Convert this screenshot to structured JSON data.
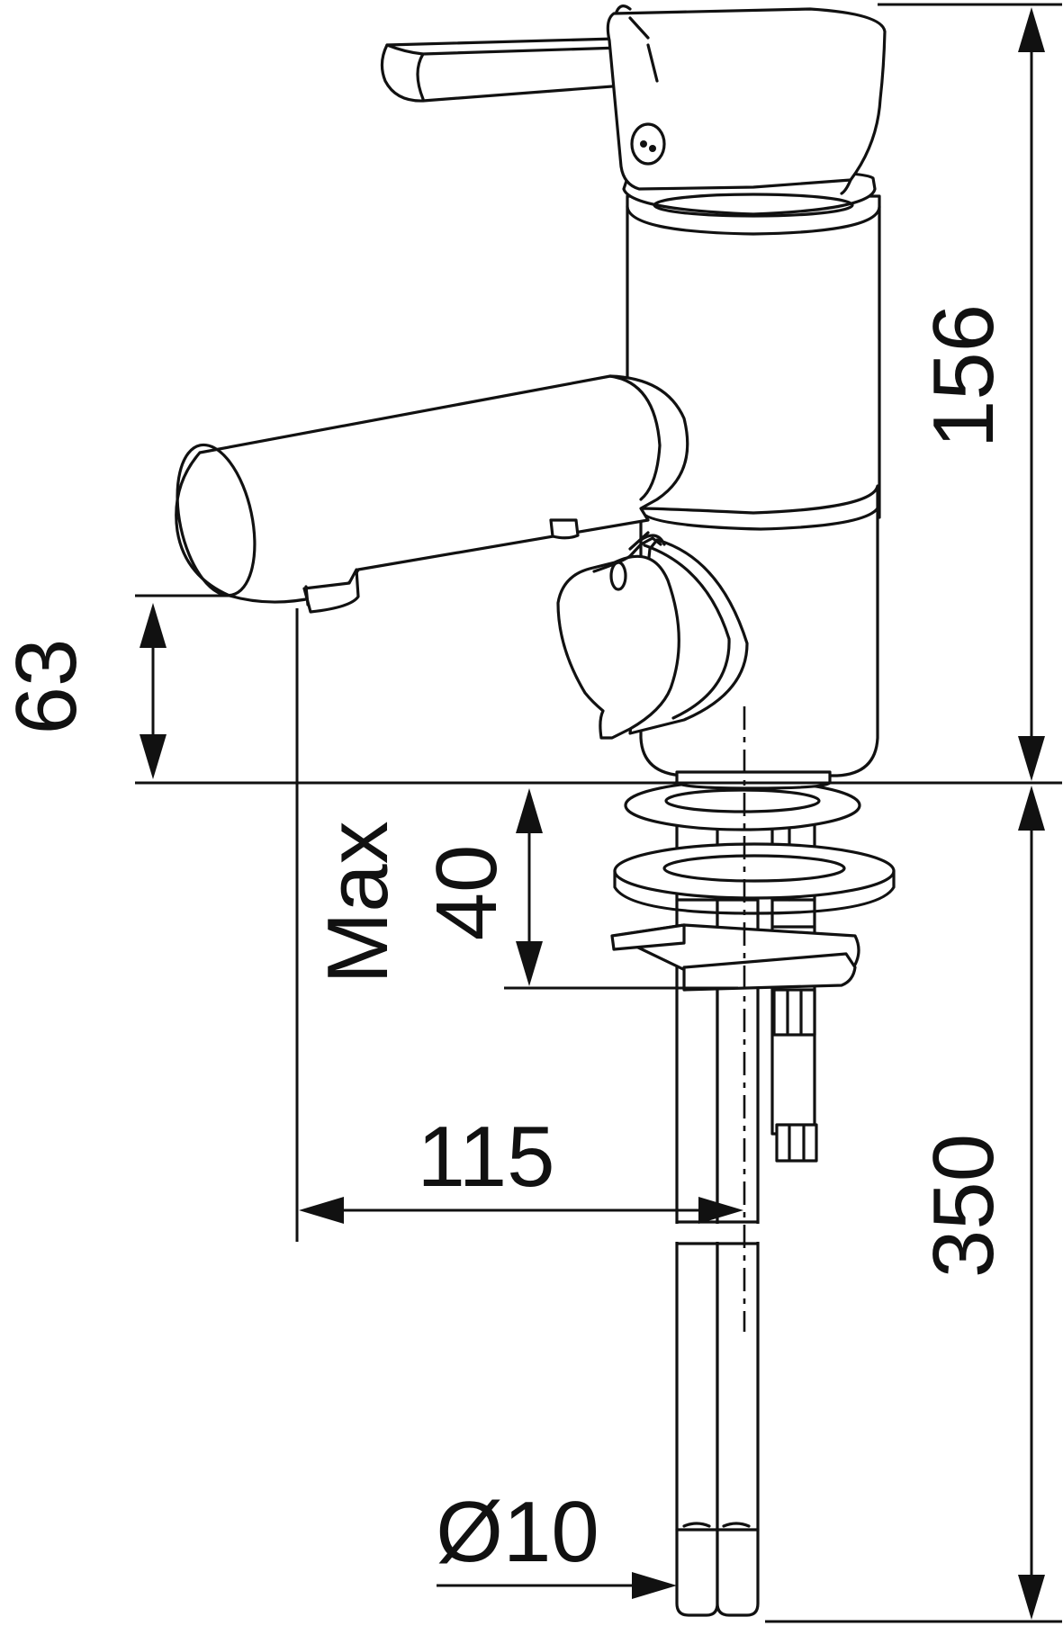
{
  "drawing": {
    "dimensions": {
      "total_height": "156",
      "spout_height": "63",
      "max_deck": "Max",
      "max_deck_value": "40",
      "reach": "115",
      "hose_length": "350",
      "hose_diameter": "Ø10"
    }
  }
}
